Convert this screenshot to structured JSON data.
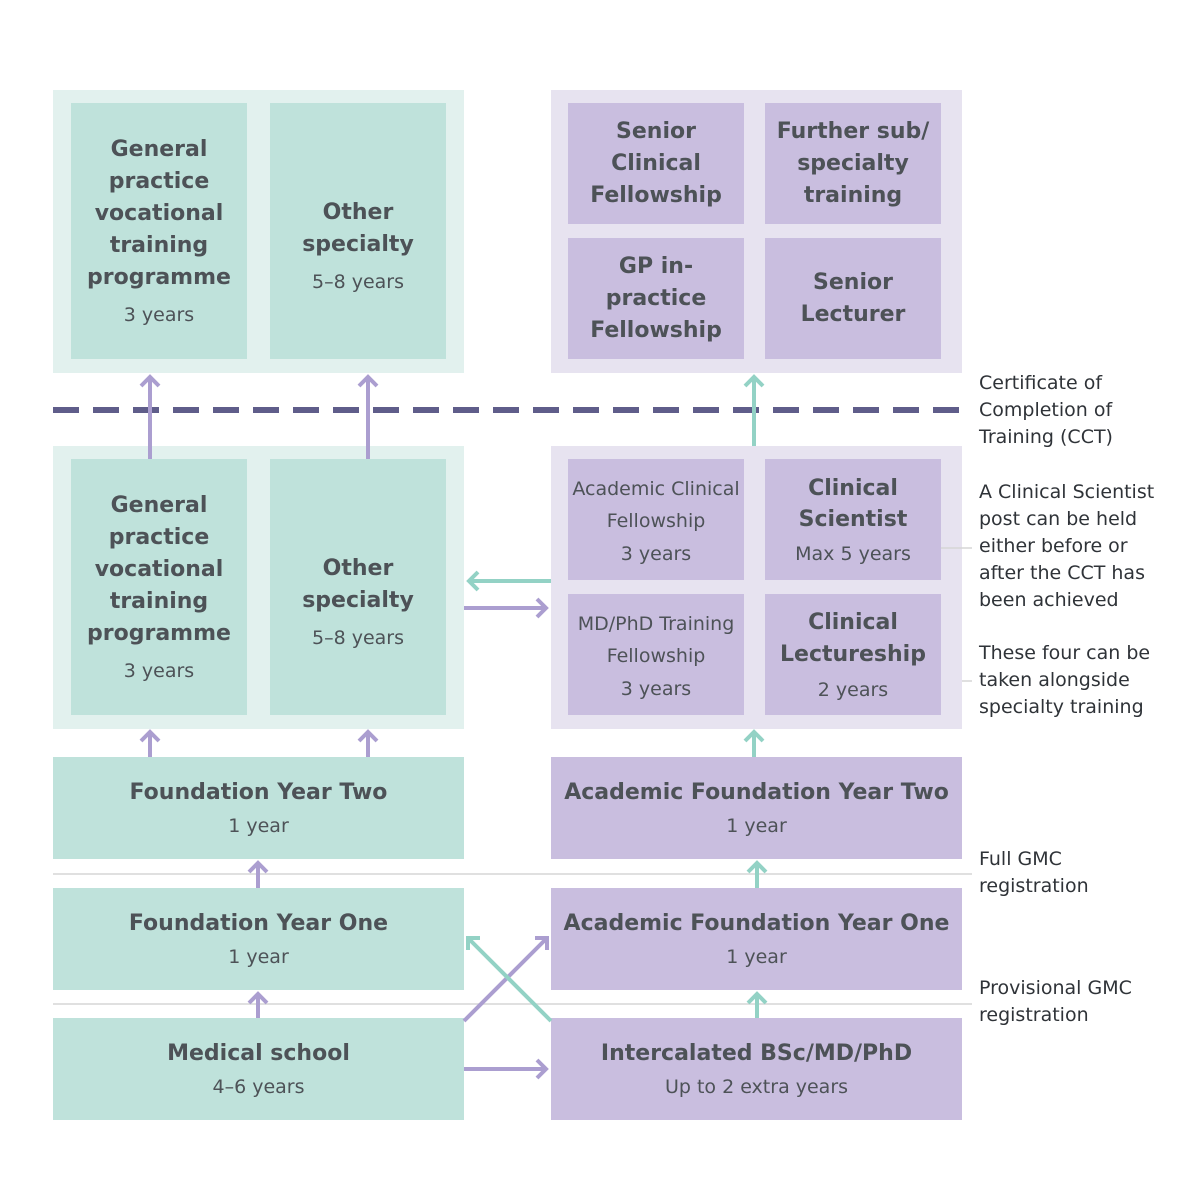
{
  "colors": {
    "green_box": "#bfe2db",
    "purple_box": "#c9bedf",
    "green_arrow": "#93d2c5",
    "purple_arrow": "#ab9ed0",
    "dash": "#5f5d8a"
  },
  "top_green": {
    "gp": {
      "title": "General practice vocational training programme",
      "duration": "3 years"
    },
    "other": {
      "title": "Other specialty",
      "duration": "5–8 years"
    }
  },
  "top_purple": {
    "senior_clinical_fellowship": "Senior Clinical Fellowship",
    "further_sub_specialty": "Further sub/ specialty training",
    "gp_in_practice_fellowship": "GP in-practice Fellowship",
    "senior_lecturer": "Senior Lecturer"
  },
  "mid_green": {
    "gp": {
      "title": "General practice vocational training programme",
      "duration": "3 years"
    },
    "other": {
      "title": "Other specialty",
      "duration": "5–8 years"
    }
  },
  "mid_purple": {
    "acf": {
      "title": "Academic Clinical Fellowship",
      "duration": "3 years"
    },
    "clinical_scientist": {
      "title": "Clinical Scientist",
      "duration": "Max 5 years"
    },
    "mdphd": {
      "title": "MD/PhD Training Fellowship",
      "duration": "3 years"
    },
    "clinical_lectureship": {
      "title": "Clinical Lectureship",
      "duration": "2 years"
    }
  },
  "fy2": {
    "title": "Foundation Year Two",
    "duration": "1 year"
  },
  "afy2": {
    "title": "Academic Foundation Year Two",
    "duration": "1 year"
  },
  "fy1": {
    "title": "Foundation Year One",
    "duration": "1 year"
  },
  "afy1": {
    "title": "Academic Foundation Year One",
    "duration": "1 year"
  },
  "medical_school": {
    "title": "Medical school",
    "duration": "4–6 years"
  },
  "intercalated": {
    "title": "Intercalated BSc/MD/PhD",
    "duration": "Up to 2 extra years"
  },
  "notes": {
    "cct": "Certificate of Completion of Training (CCT)",
    "clinical_scientist": "A Clinical Scientist post can be held either before or after the CCT has been achieved",
    "four": "These four can be taken alongside specialty training",
    "full_gmc": "Full GMC registration",
    "provisional_gmc": "Provisional GMC registration"
  }
}
